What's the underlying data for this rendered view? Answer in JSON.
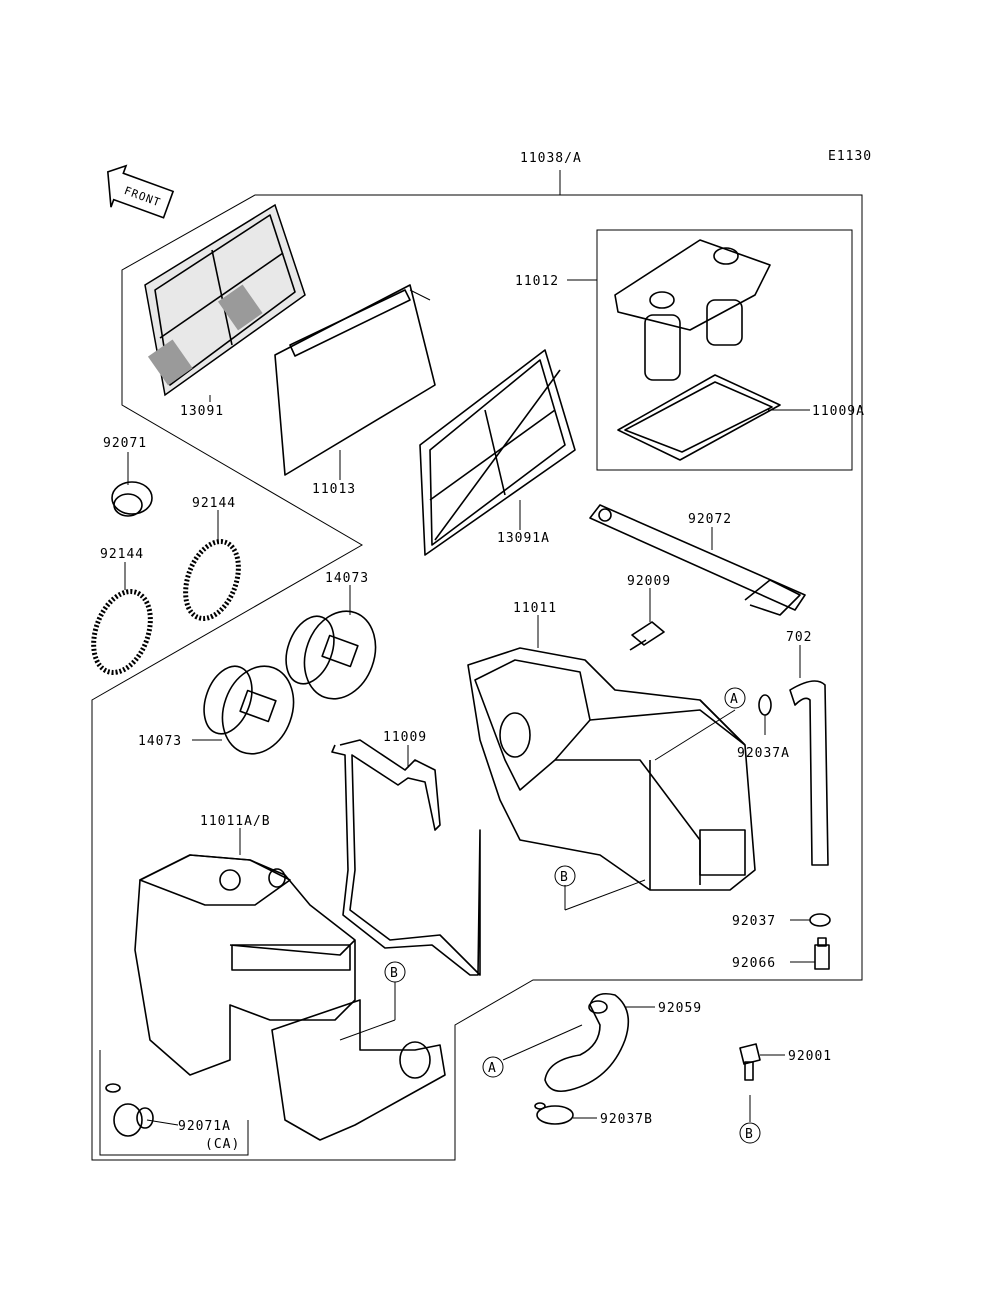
{
  "diagram_code": "E1130",
  "front_text": "FRONT",
  "labels": {
    "assy": "11038/A",
    "p11012": "11012",
    "p11009A": "11009A",
    "p13091": "13091",
    "p11013": "11013",
    "p13091A": "13091A",
    "p92071": "92071",
    "p92144a": "92144",
    "p92144b": "92144",
    "p14073a": "14073",
    "p14073b": "14073",
    "p92072": "92072",
    "p92009": "92009",
    "p11011": "11011",
    "p702": "702",
    "p92037A": "92037A",
    "p11009": "11009",
    "p11011AB": "11011A/B",
    "p92037": "92037",
    "p92066": "92066",
    "p92059": "92059",
    "p92001": "92001",
    "p92037B": "92037B",
    "p92071A": "92071A",
    "ca": "(CA)"
  },
  "refs": {
    "a1": "A",
    "a2": "A",
    "b1": "B",
    "b2": "B",
    "b3": "B"
  }
}
